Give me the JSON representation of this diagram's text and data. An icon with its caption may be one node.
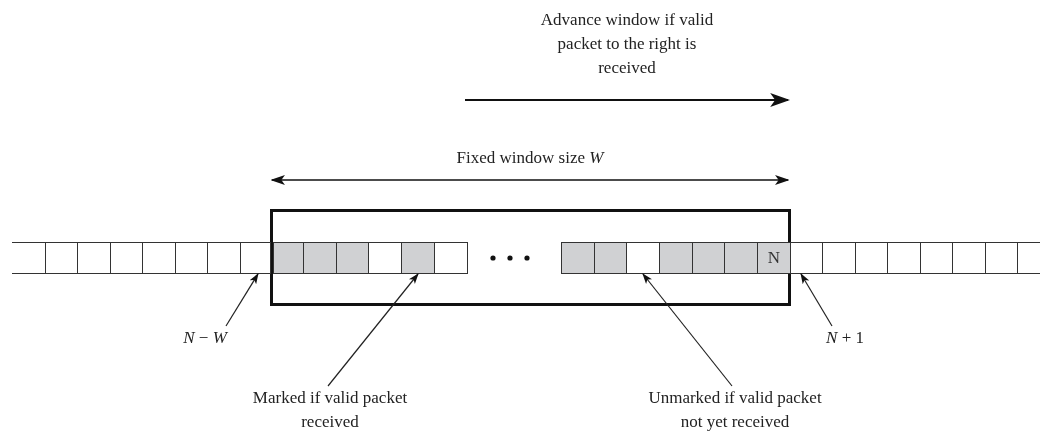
{
  "diagram": {
    "nodes": [
      {
        "text": [],
        "shape": "box"
      },
      {
        "text": [],
        "shape": "box"
      },
      {
        "text": [],
        "shape": "box"
      },
      {
        "text": [],
        "shape": "box"
      },
      {
        "text": [],
        "shape": "box"
      },
      {
        "text": [],
        "shape": "box"
      },
      {
        "text": [],
        "shape": "box"
      },
      {
        "text": [],
        "shape": "box"
      },
      {
        "text": [],
        "shape": "box"
      },
      {
        "text": [],
        "shape": "box",
        "in": 0
      },
      {
        "text": [],
        "shape": "box",
        "in": 0
      },
      {
        "text": [],
        "shape": "box",
        "in": 0
      },
      {
        "text": [],
        "shape": "box",
        "in": 0
      },
      {
        "text": [],
        "shape": "box",
        "in": 0
      },
      {
        "text": [],
        "shape": "box",
        "in": 0
      },
      {
        "text": [],
        "shape": "box",
        "in": 0
      },
      {
        "text": [],
        "shape": "box",
        "in": 0
      },
      {
        "text": [],
        "shape": "box",
        "in": 0
      },
      {
        "text": [],
        "shape": "box",
        "in": 0
      },
      {
        "text": [],
        "shape": "box",
        "in": 0
      },
      {
        "text": [],
        "shape": "box",
        "in": 0
      },
      {
        "text": [
          "N"
        ],
        "in": 0
      },
      {
        "text": [],
        "shape": "box"
      },
      {
        "text": [],
        "shape": "box"
      },
      {
        "text": [],
        "shape": "box"
      },
      {
        "text": [],
        "shape": "box"
      },
      {
        "text": [],
        "shape": "box"
      },
      {
        "text": [],
        "shape": "box"
      },
      {
        "text": [],
        "shape": "box"
      },
      {
        "text": [],
        "shape": "box"
      },
      {
        "text": [
          "*N* − *W*"
        ]
      },
      {
        "text": [
          "*N* + 1"
        ]
      },
      {
        "text": [
          "Marked if valid packet received"
        ]
      },
      {
        "text": [
          "Unmarked if valid packet not yet received"
        ]
      }
    ],
    "edges": [
      {
        "from": 30,
        "to": 8,
        "arrow": "to"
      },
      {
        "from": 31,
        "to": 22,
        "arrow": "to"
      },
      {
        "from": 32,
        "to": 13,
        "arrow": "to"
      },
      {
        "from": 33,
        "to": 17,
        "arrow": "to"
      }
    ],
    "labels": [
      "Advance window if valid packet to the right is received",
      "Fixed window size *W*"
    ]
  }
}
